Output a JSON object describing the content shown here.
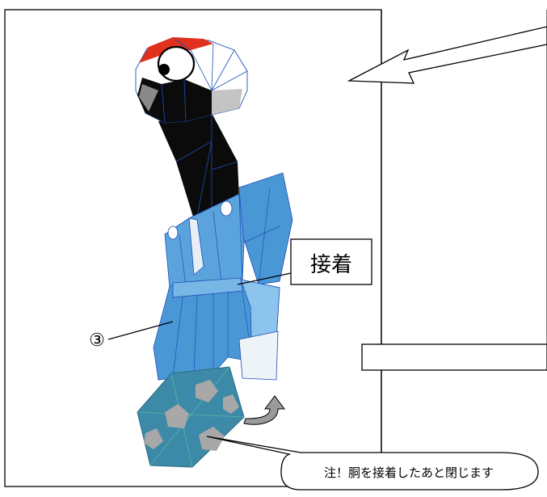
{
  "labels": {
    "glue": "接着",
    "part_number": "③",
    "note": "注！胴を接着したあと閉じます"
  },
  "colors": {
    "crest_red": "#e0301e",
    "neck_black": "#0b0b0b",
    "kimono_blue": "#4a97d6",
    "kimono_light": "#8cc4ee",
    "mesh_line": "#1d4fb8",
    "base_teal": "#3c8aa8",
    "pentagon_gray": "#a8a8a8",
    "arrow_gray": "#9a9a9a"
  }
}
